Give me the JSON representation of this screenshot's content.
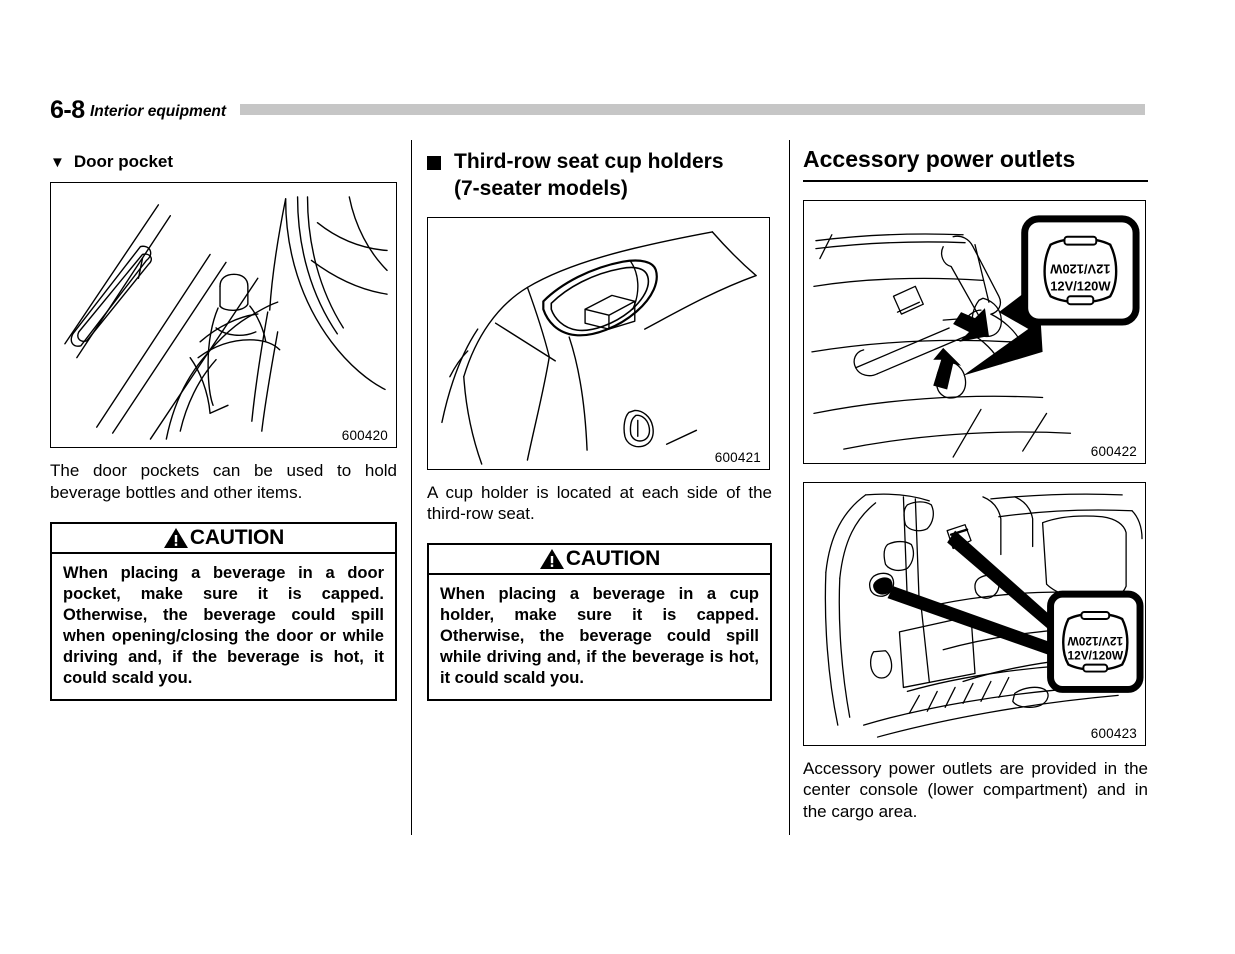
{
  "header": {
    "page_number": "6-8",
    "section_title": "Interior equipment"
  },
  "columns": {
    "left": {
      "heading": "Door pocket",
      "heading_marker": "▼",
      "figure": {
        "id": "600420",
        "name": "door-pocket-illustration"
      },
      "body": "The door pockets can be used to hold beverage bottles and other items.",
      "caution": {
        "label": "CAUTION",
        "text": "When placing a beverage in a door pocket, make sure it is capped. Otherwise, the beverage could spill when opening/closing the door or while driving and, if the beverage is hot, it could scald you."
      }
    },
    "middle": {
      "heading_line1": "Third-row seat cup holders",
      "heading_line2": "(7-seater models)",
      "figure": {
        "id": "600421",
        "name": "third-row-cup-holder-illustration"
      },
      "body": "A cup holder is located at each side of the third-row seat.",
      "caution": {
        "label": "CAUTION",
        "text": "When placing a beverage in a cup holder, make sure it is capped. Otherwise, the beverage could spill while driving and, if the beverage is hot, it could scald you."
      }
    },
    "right": {
      "heading": "Accessory power outlets",
      "figure_top": {
        "id": "600422",
        "name": "center-console-outlet-illustration",
        "callout_label": "12V/120W"
      },
      "figure_bottom": {
        "id": "600423",
        "name": "cargo-area-outlet-illustration",
        "callout_label": "12V/120W"
      },
      "body": "Accessory power outlets are provided in the center console (lower compartment) and in the cargo area."
    }
  },
  "colors": {
    "text": "#000000",
    "header_rule": "#c6c6c6",
    "page_background": "#ffffff"
  }
}
